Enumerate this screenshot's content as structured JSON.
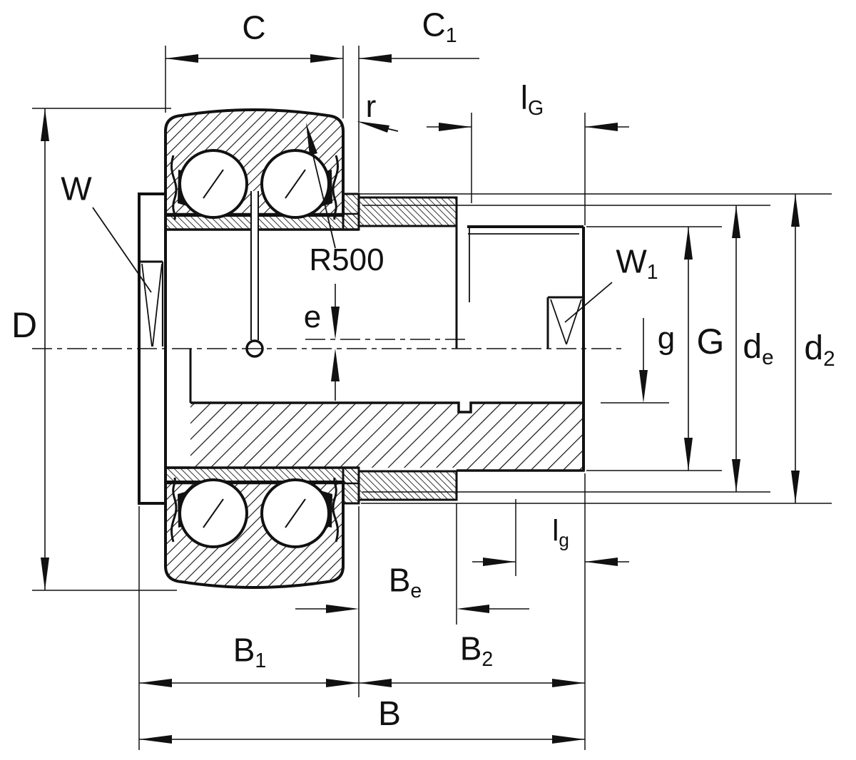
{
  "drawing": {
    "background": "#ffffff",
    "line_color": "#111111",
    "type_note": "cross-section of stud-type track roller bearing with dimension labels",
    "labels": {
      "C": {
        "main": "C",
        "sub": ""
      },
      "C1": {
        "main": "C",
        "sub": "1"
      },
      "r": {
        "main": "r",
        "sub": ""
      },
      "lG": {
        "main": "l",
        "sub": "G"
      },
      "W": {
        "main": "W",
        "sub": ""
      },
      "R500": {
        "main": "R500",
        "sub": ""
      },
      "e": {
        "main": "e",
        "sub": ""
      },
      "W1": {
        "main": "W",
        "sub": "1"
      },
      "g": {
        "main": "g",
        "sub": ""
      },
      "G": {
        "main": "G",
        "sub": ""
      },
      "de": {
        "main": "d",
        "sub": "e"
      },
      "d2": {
        "main": "d",
        "sub": "2"
      },
      "D": {
        "main": "D",
        "sub": ""
      },
      "lg": {
        "main": "l",
        "sub": "g"
      },
      "Be": {
        "main": "B",
        "sub": "e"
      },
      "B1": {
        "main": "B",
        "sub": "1"
      },
      "B2": {
        "main": "B",
        "sub": "2"
      },
      "B": {
        "main": "B",
        "sub": ""
      }
    }
  }
}
